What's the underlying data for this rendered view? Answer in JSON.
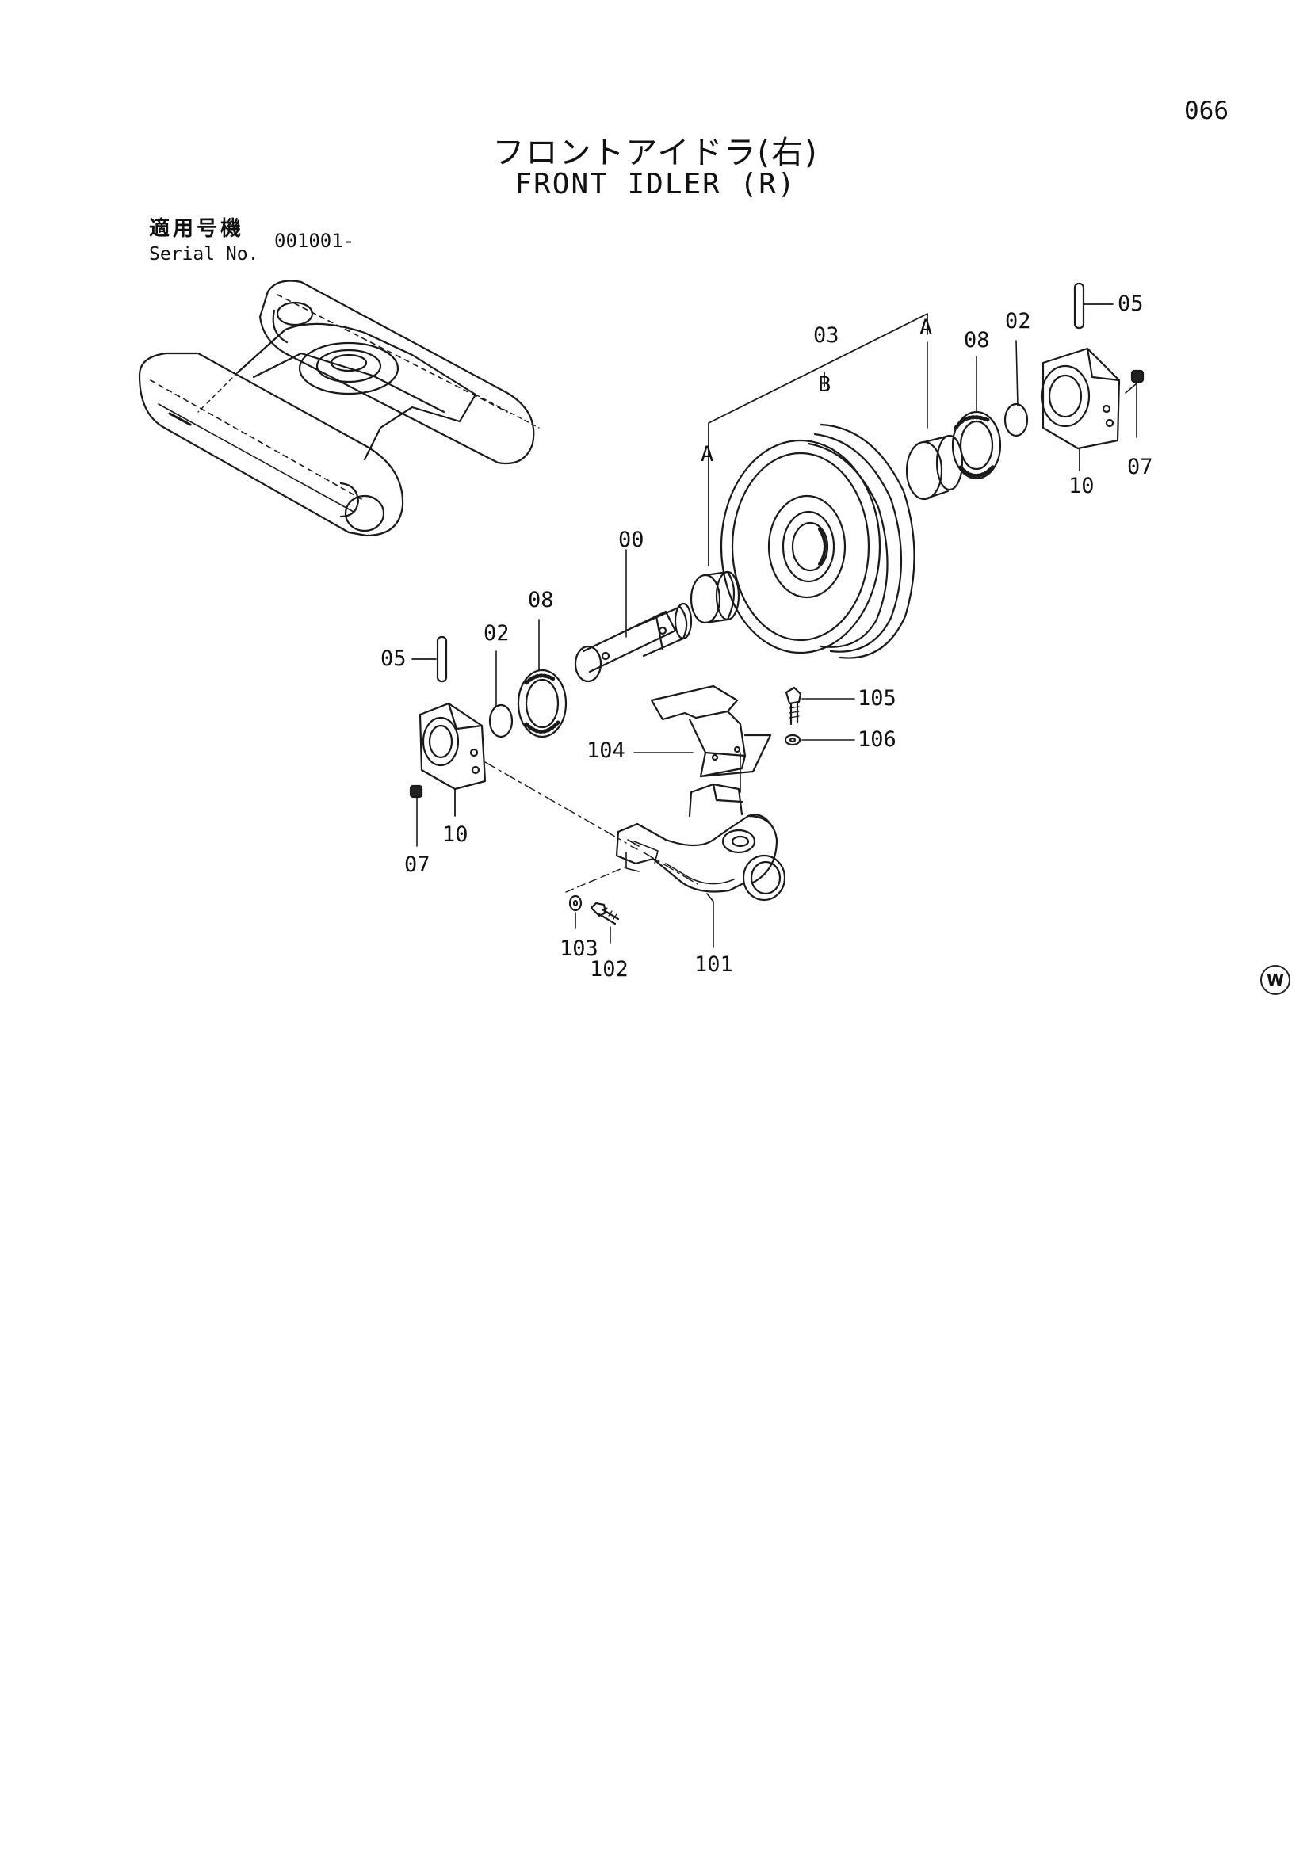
{
  "page_number": "066",
  "title_jp": "フロントアイドラ(右)",
  "title_en": "FRONT IDLER (R)",
  "serial": {
    "label_jp": "適用号機",
    "label_en": "Serial No.",
    "value": "001001-"
  },
  "callouts": {
    "c05_right": "05",
    "c03": "03",
    "cB": "B",
    "cA_right": "A",
    "c08_right": "08",
    "c02_right": "02",
    "c07_right": "07",
    "c10_right": "10",
    "cA_left": "A",
    "c00": "00",
    "c08_left": "08",
    "c02_left": "02",
    "c05_left": "05",
    "c105": "105",
    "c106": "106",
    "c104": "104",
    "c10_left": "10",
    "c07_left": "07",
    "c103": "103",
    "c102": "102",
    "c101": "101"
  },
  "watermark": "W"
}
